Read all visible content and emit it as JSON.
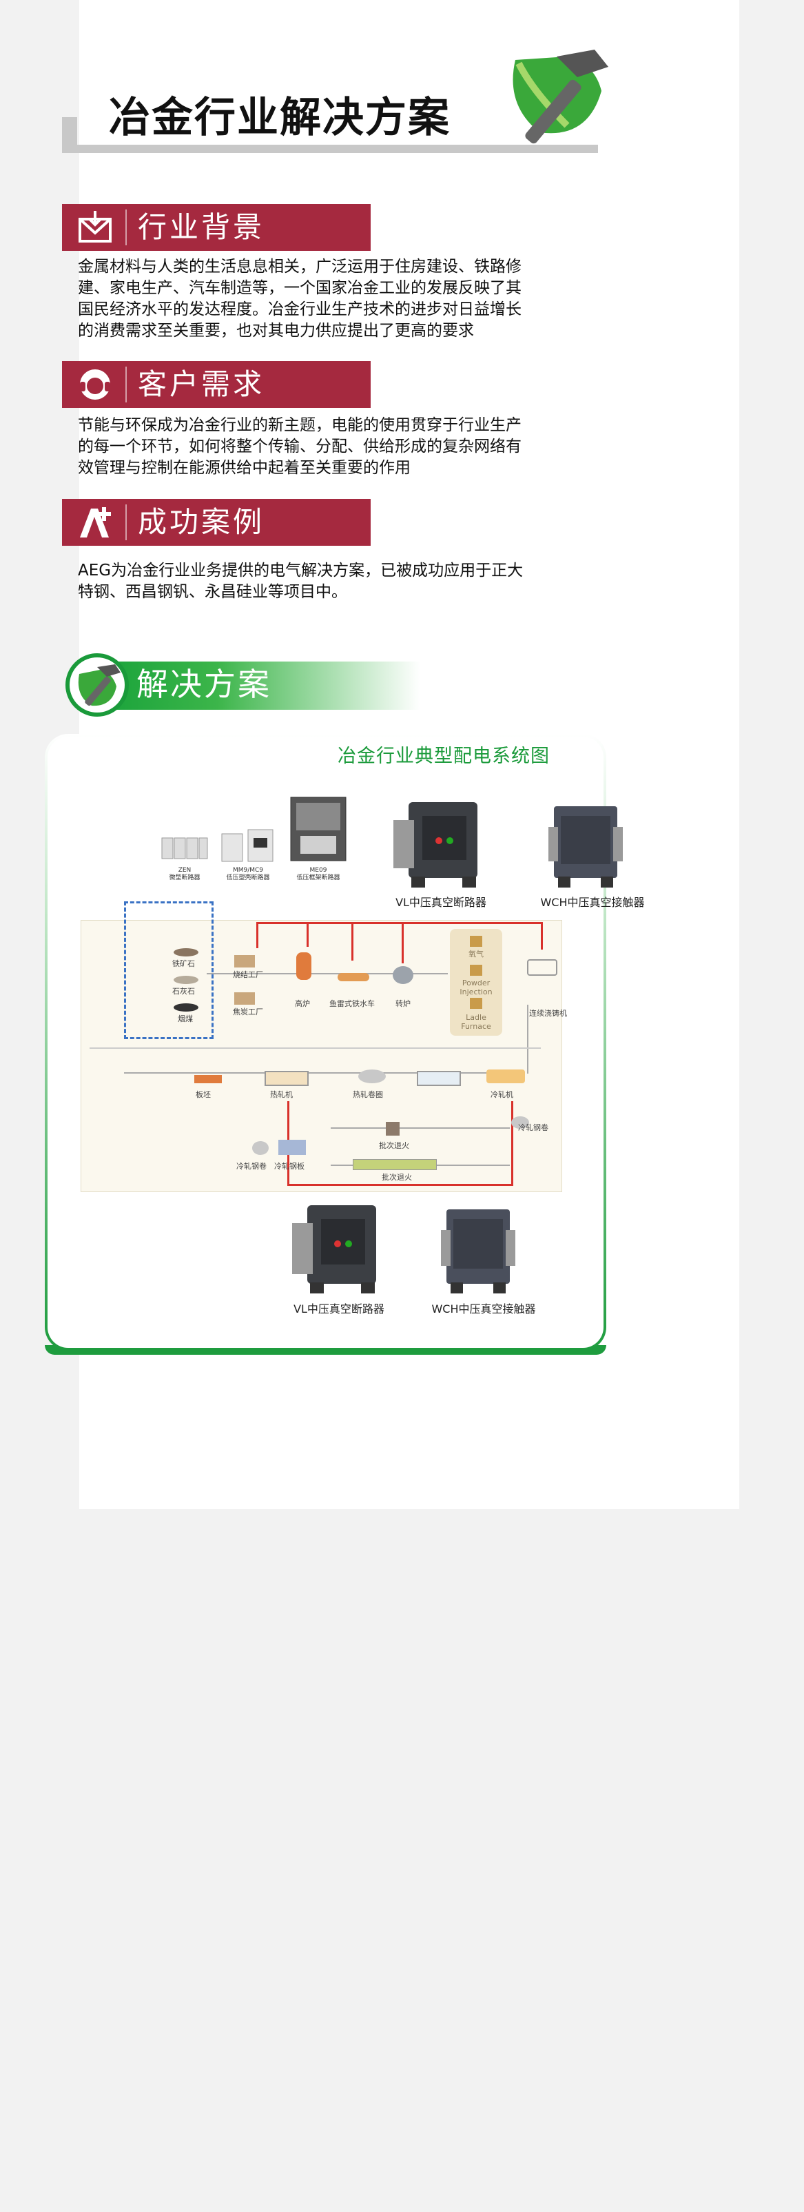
{
  "header": {
    "title": "冶金行业解决方案"
  },
  "sections": [
    {
      "label": "行业背景",
      "icon": "mail-envelope-icon",
      "lines": [
        "金属材料与人类的生活息息相关，广泛运用于住房建设、铁路修",
        "建、家电生产、汽车制造等，一个国家冶金工业的发展反映了其",
        "国民经济水平的发达程度。冶金行业生产技术的进步对日益增长",
        "的消费需求至关重要，也对其电力供应提出了更高的要求"
      ]
    },
    {
      "label": "客户需求",
      "icon": "headset-icon",
      "lines": [
        "节能与环保成为冶金行业的新主题，电能的使用贯穿于行业生产",
        "的每一个环节，如何将整个传输、分配、供给形成的复杂网络有",
        "效管理与控制在能源供给中起着至关重要的作用"
      ]
    },
    {
      "label": "成功案例",
      "icon": "letter-a-plus-icon",
      "lines": [
        "AEG为冶金行业业务提供的电气解决方案，已被成功应用于正大",
        "特钢、西昌钢钒、永昌硅业等项目中。"
      ]
    }
  ],
  "solution": {
    "label": "解决方案"
  },
  "diagram": {
    "title": "冶金行业典型配电系统图",
    "top_products": [
      {
        "name": "ZEN",
        "desc": "微型断路器"
      },
      {
        "name": "MM9/MC9",
        "desc": "低压塑壳断路器"
      },
      {
        "name": "ME09",
        "desc": "低压框架断路器"
      }
    ],
    "top_breaker": "VL中压真空断路器",
    "top_contactor": "WCH中压真空接触器",
    "bottom_breaker": "VL中压真空断路器",
    "bottom_contactor": "WCH中压真空接触器",
    "flow": {
      "iron_ore": "铁矿石",
      "limestone": "石灰石",
      "coal": "烟煤",
      "sinter": "烧结工厂",
      "coking": "焦炭工厂",
      "blast_furnace": "高炉",
      "torpedo": "鱼雷式铁水车",
      "converter": "转炉",
      "oxygen": "氧气",
      "powder": "Powder Injection",
      "ladle": "Ladle Furnace",
      "caster": "连续浇铸机",
      "slab": "板坯",
      "hot_mill": "热轧机",
      "hot_coil": "热轧卷圈",
      "cold_mill": "冷轧机",
      "cold_coil": "冷轧钢卷",
      "batch_anneal_1": "批次退火",
      "batch_anneal_2": "批次退火",
      "cold_coil_2": "冷轧钢卷",
      "cold_sheet": "冷轧钢板"
    }
  },
  "colors": {
    "tag": "#a5293f",
    "green": "#1a9a3a",
    "red": "#d8312b"
  }
}
